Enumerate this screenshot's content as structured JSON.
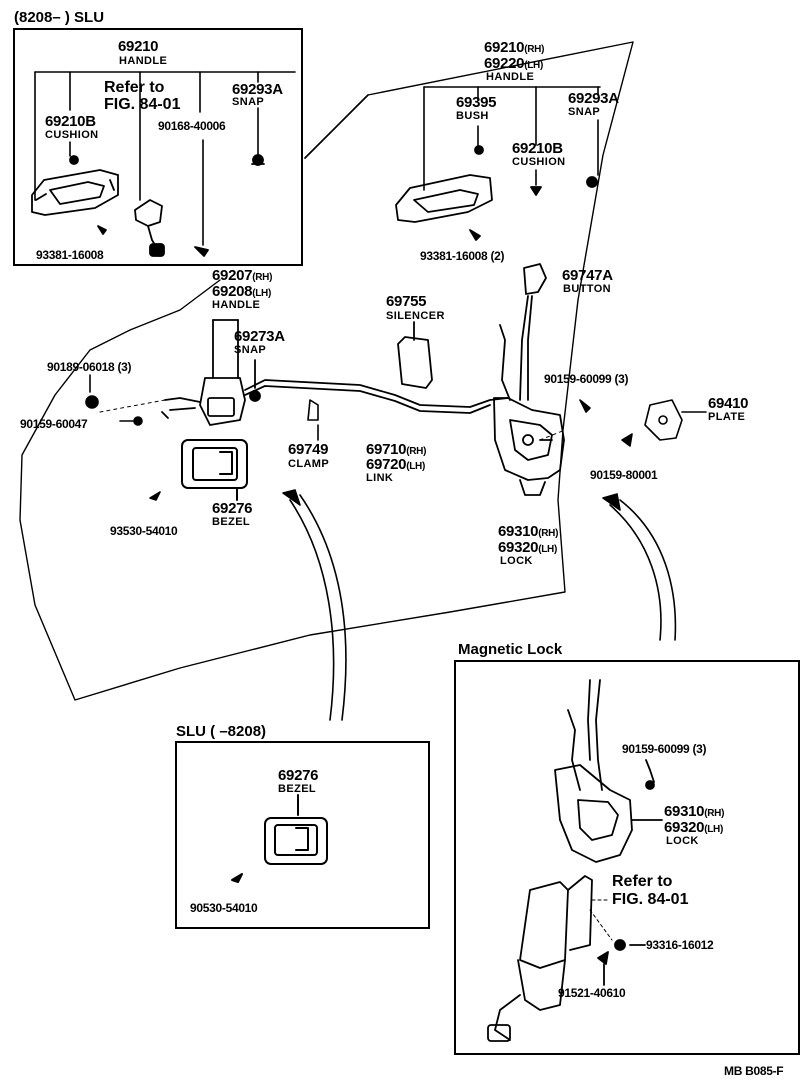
{
  "diagram_id": "MB  B085-F",
  "colors": {
    "ink": "#000000",
    "paper": "#ffffff"
  },
  "inset_slu_new": {
    "title": "(8208–        ) SLU",
    "handle_no": "69210",
    "handle_name": "HANDLE",
    "refer1": "Refer to",
    "refer2": "FIG. 84-01",
    "cushion_no": "69210B",
    "cushion_name": "CUSHION",
    "screw1": "90168-40006",
    "snap_no": "69293A",
    "snap_name": "SNAP",
    "screw2": "93381-16008"
  },
  "main": {
    "handle_rh": "69210",
    "handle_rh_tag": "(RH)",
    "handle_lh": "69220",
    "handle_lh_tag": "(LH)",
    "handle_name": "HANDLE",
    "bush_no": "69395",
    "bush_name": "BUSH",
    "snap_no": "69293A",
    "snap_name": "SNAP",
    "cushion_no": "69210B",
    "cushion_name": "CUSHION",
    "screw_93381": "93381-16008 (2)",
    "button_no": "69747A",
    "button_name": "BUTTON",
    "silencer_no": "69755",
    "silencer_name": "SILENCER",
    "ih_rh": "69207",
    "ih_rh_tag": "(RH)",
    "ih_lh": "69208",
    "ih_lh_tag": "(LH)",
    "ih_name": "HANDLE",
    "snap2_no": "69273A",
    "snap2_name": "SNAP",
    "screw_90189": "90189-06018 (3)",
    "screw_90159_60047": "90159-60047",
    "screw_90159_60099": "90159-60099 (3)",
    "plate_no": "69410",
    "plate_name": "PLATE",
    "screw_90159_80001": "90159-80001",
    "clamp_no": "69749",
    "clamp_name": "CLAMP",
    "link_rh": "69710",
    "link_rh_tag": "(RH)",
    "link_lh": "69720",
    "link_lh_tag": "(LH)",
    "link_name": "LINK",
    "bezel_no": "69276",
    "bezel_name": "BEZEL",
    "screw_93530": "93530-54010",
    "lock_rh": "69310",
    "lock_rh_tag": "(RH)",
    "lock_lh": "69320",
    "lock_lh_tag": "(LH)",
    "lock_name": "LOCK"
  },
  "inset_slu_old": {
    "title": "SLU (        –8208)",
    "bezel_no": "69276",
    "bezel_name": "BEZEL",
    "screw": "90530-54010"
  },
  "inset_magnetic": {
    "title": "Magnetic Lock",
    "screw_90159": "90159-60099 (3)",
    "lock_rh": "69310",
    "lock_rh_tag": "(RH)",
    "lock_lh": "69320",
    "lock_lh_tag": "(LH)",
    "lock_name": "LOCK",
    "refer1": "Refer to",
    "refer2": "FIG. 84-01",
    "screw_93316": "93316-16012",
    "screw_91521": "91521-40610"
  }
}
